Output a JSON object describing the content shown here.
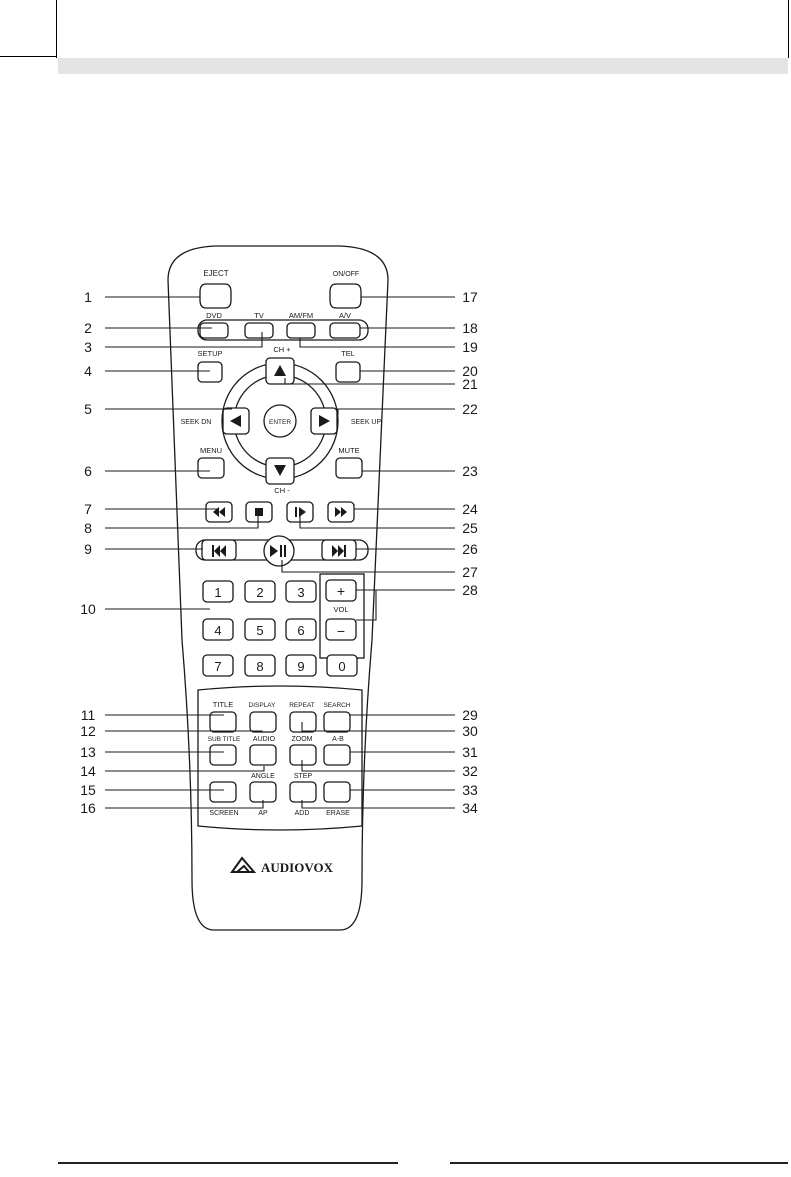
{
  "brand": {
    "name": "AUDIOVOX",
    "logo_icon": "audiovox-logo-icon"
  },
  "colors": {
    "ink": "#1a1a1a",
    "remote_fill": "#ffffff",
    "header_band": "#e4e4e4"
  },
  "left_callouts": [
    "1",
    "2",
    "3",
    "4",
    "5",
    "6",
    "7",
    "8",
    "9",
    "10",
    "11",
    "12",
    "13",
    "14",
    "15",
    "16"
  ],
  "right_callouts": [
    "17",
    "18",
    "19",
    "20",
    "21",
    "22",
    "23",
    "24",
    "25",
    "26",
    "27",
    "28",
    "29",
    "30",
    "31",
    "32",
    "33",
    "34"
  ],
  "labels": {
    "eject": "EJECT",
    "on_off": "ON/OFF",
    "dvd": "DVD",
    "tv": "TV",
    "am_fm": "AM/FM",
    "av": "A/V",
    "setup": "SETUP",
    "ch_plus": "CH +",
    "tel": "TEL",
    "seek_dn": "SEEK DN",
    "enter": "ENTER",
    "seek_up": "SEEK UP",
    "menu": "MENU",
    "mute": "MUTE",
    "ch_minus": "CH -",
    "vol": "VOL",
    "title": "TITLE",
    "display": "DISPLAY",
    "repeat": "REPEAT",
    "search": "SEARCH",
    "subtitle": "SUB TITLE",
    "audio": "AUDIO",
    "zoom": "ZOOM",
    "a_b": "A-B",
    "angle": "ANGLE",
    "step": "STEP",
    "screen": "SCREEN",
    "ap": "AP",
    "add": "ADD",
    "erase": "ERASE"
  },
  "digits": [
    "1",
    "2",
    "3",
    "4",
    "5",
    "6",
    "7",
    "8",
    "9",
    "0"
  ],
  "vol_keys": {
    "plus": "+",
    "minus": "−"
  }
}
